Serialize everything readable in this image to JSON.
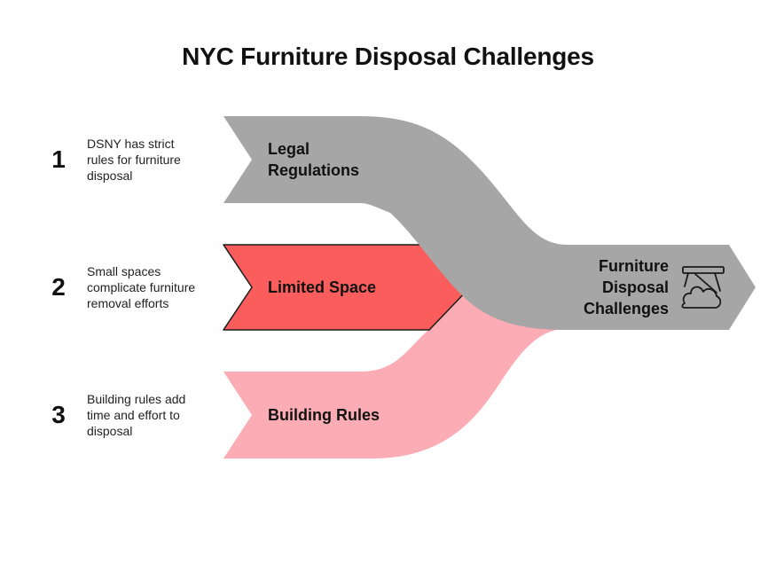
{
  "title": "NYC Furniture Disposal Challenges",
  "colors": {
    "legal": "#a6a6a6",
    "space": "#fb5d5d",
    "building": "#fbacb4",
    "output": "#a6a6a6"
  },
  "inputs": [
    {
      "number": "1",
      "label_lines": [
        "Legal",
        "Regulations"
      ],
      "description_lines": [
        "DSNY has strict",
        "rules for furniture",
        "disposal"
      ]
    },
    {
      "number": "2",
      "label_lines": [
        "Limited Space"
      ],
      "description_lines": [
        "Small spaces",
        "complicate furniture",
        "removal efforts"
      ]
    },
    {
      "number": "3",
      "label_lines": [
        "Building Rules"
      ],
      "description_lines": [
        "Building rules add",
        "time and effort to",
        "disposal"
      ]
    }
  ],
  "output": {
    "label_lines": [
      "Furniture",
      "Disposal",
      "Challenges"
    ],
    "icon": "furniture-disposal-icon"
  }
}
